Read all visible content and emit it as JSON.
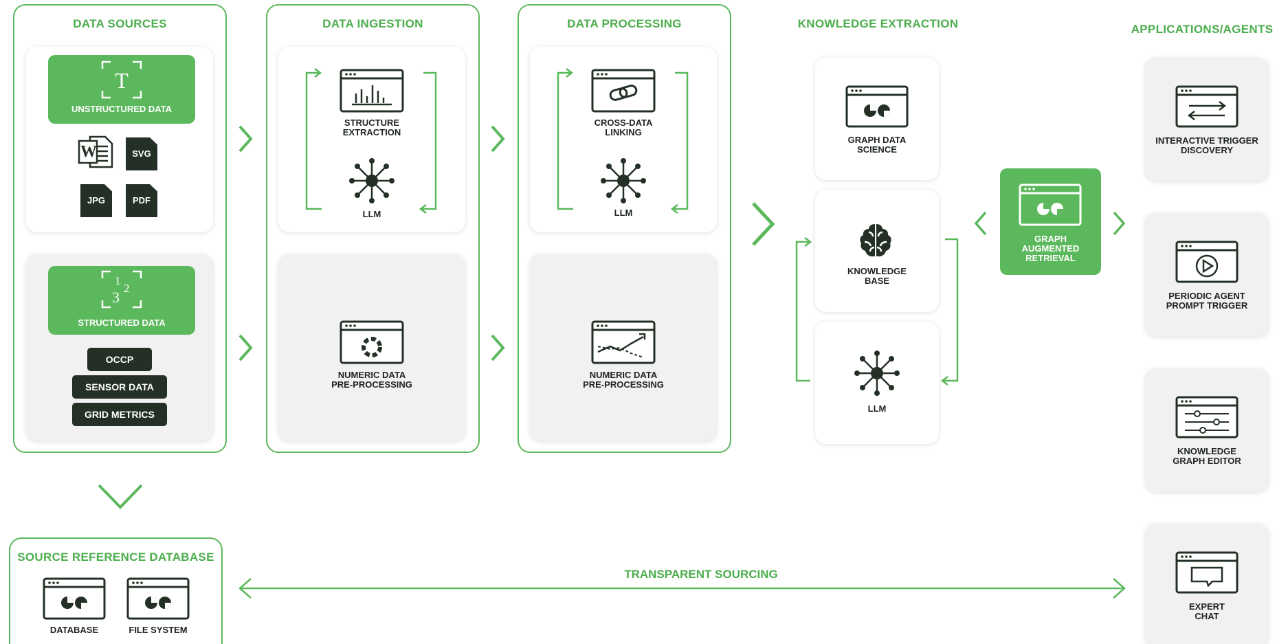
{
  "sections": {
    "data_sources": "DATA SOURCES",
    "data_ingestion": "DATA INGESTION",
    "data_processing": "DATA PROCESSING",
    "knowledge_extraction": "KNOWLEDGE EXTRACTION",
    "applications": "APPLICATIONS/AGENTS",
    "source_reference_db": "SOURCE REFERENCE DATABASE"
  },
  "data_sources": {
    "unstructured": {
      "label": "UNSTRUCTURED DATA",
      "glyph": "T",
      "files": [
        "SVG",
        "JPG",
        "PDF"
      ],
      "word_glyph": "W"
    },
    "structured": {
      "label": "STRUCTURED DATA",
      "glyph_digits": [
        "1",
        "3",
        "2"
      ],
      "items": [
        "OCCP",
        "SENSOR DATA",
        "GRID METRICS"
      ]
    }
  },
  "ingestion": {
    "structure_extraction": "STRUCTURE\nEXTRACTION",
    "llm": "LLM",
    "numeric": "NUMERIC DATA\nPRE-PROCESSING"
  },
  "processing": {
    "cross_linking": "CROSS-DATA\nLINKING",
    "llm": "LLM",
    "numeric": "NUMERIC DATA\nPRE-PROCESSING"
  },
  "knowledge": {
    "graph_data_science": "GRAPH DATA\nSCIENCE",
    "knowledge_base": "KNOWLEDGE\nBASE",
    "llm": "LLM"
  },
  "graph_retrieval": "GRAPH\nAUGMENTED\nRETRIEVAL",
  "applications": [
    {
      "label": "INTERACTIVE TRIGGER\nDISCOVERY",
      "icon": "swap-arrows-icon"
    },
    {
      "label": "PERIODIC AGENT\nPROMPT TRIGGER",
      "icon": "play-icon"
    },
    {
      "label": "KNOWLEDGE\nGRAPH EDITOR",
      "icon": "sliders-icon"
    },
    {
      "label": "EXPERT\nCHAT",
      "icon": "chat-icon"
    }
  ],
  "source_db": {
    "database": "DATABASE",
    "file_system": "FILE SYSTEM"
  },
  "transparent_sourcing": "TRANSPARENT SOURCING",
  "colors": {
    "accent": "#5cb85c",
    "dark": "#243025",
    "card_grey": "#f1f1f1"
  }
}
